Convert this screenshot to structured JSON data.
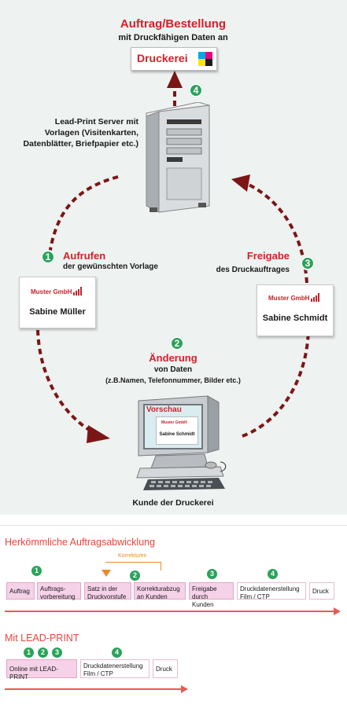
{
  "header": {
    "line1": "Auftrag/Bestellung",
    "line2": "mit Druckfähigen Daten an"
  },
  "printer_box": {
    "label": "Druckerei"
  },
  "server": {
    "caption_line1": "Lead-Print Server mit",
    "caption_line2": "Vorlagen (Visitenkarten,",
    "caption_line3": "Datenblätter, Briefpapier etc.)"
  },
  "steps": {
    "s1_number": "1",
    "s1_title": "Aufrufen",
    "s1_sub": "der gewünschten Vorlage",
    "s2_number": "2",
    "s2_title": "Änderung",
    "s2_sub1": "von Daten",
    "s2_sub2": "(z.B.Namen, Telefonnummer, Bilder etc.)",
    "s3_number": "3",
    "s3_title": "Freigabe",
    "s3_sub": "des Druckauftrages",
    "s4_number": "4"
  },
  "cards": {
    "left_logo": "Muster GmbH",
    "left_name": "Sabine Müller",
    "right_logo": "Muster GmbH",
    "right_name": "Sabine Schmidt"
  },
  "monitor": {
    "title": "Vorschau",
    "mini_logo": "Muster GmbH",
    "mini_name": "Sabine Schmidt"
  },
  "customer_label": "Kunde der Druckerei",
  "colors": {
    "red": "#d4202a",
    "green": "#2aa35a",
    "dash": "#8b1a1a",
    "pink": "#f5d2e8",
    "accent": "#ea5a55",
    "orange": "#e98a2b"
  },
  "bottom": {
    "title1": "Herkömmliche Auftragsabwicklung",
    "korrekturen": "Korrekturen",
    "row1": [
      {
        "label": "Auftrag"
      },
      {
        "label": "Auftrags-\nvorbereitung"
      },
      {
        "label": "Satz in der\nDruckvorstufe"
      },
      {
        "label": "Korrekturabzug\nan Kunden"
      },
      {
        "label": "Freigabe\ndurch Kunden"
      },
      {
        "label": "Druckdatenerstellung\nFilm / CTP"
      },
      {
        "label": "Druck"
      }
    ],
    "row1_badges": [
      "1",
      "2",
      "3",
      "4"
    ],
    "title2": "Mit LEAD-PRINT",
    "row2": [
      {
        "label": "Online mit LEAD-PRINT"
      },
      {
        "label": "Druckdatenerstellung\nFilm / CTP"
      },
      {
        "label": "Druck"
      }
    ],
    "row2_badges": [
      "1",
      "2",
      "3",
      "4"
    ]
  }
}
